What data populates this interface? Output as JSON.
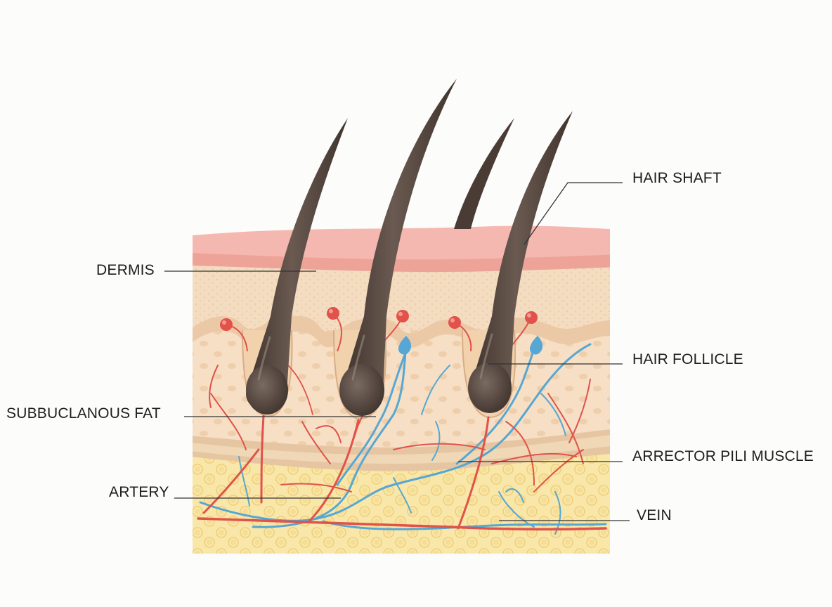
{
  "diagram": {
    "labels": {
      "dermis": "DERMIS",
      "subcutaneous_fat": "SUBBUCLANOUS FAT",
      "artery": "ARTERY",
      "hair_shaft": "HAIR SHAFT",
      "hair_follicle": "HAIR FOLLICLE",
      "arrector_pili_muscle": "ARRECTOR PILI MUSCLE",
      "vein": "VEIN"
    },
    "colors": {
      "epidermis": "#f5b3ad",
      "dermis": "#f2d9bf",
      "subcutaneous_fat": "#f8e7a8",
      "hair": "#5a4a42",
      "artery": "#e0524a",
      "vein": "#56a7d3",
      "leader_line": "#333333"
    }
  }
}
